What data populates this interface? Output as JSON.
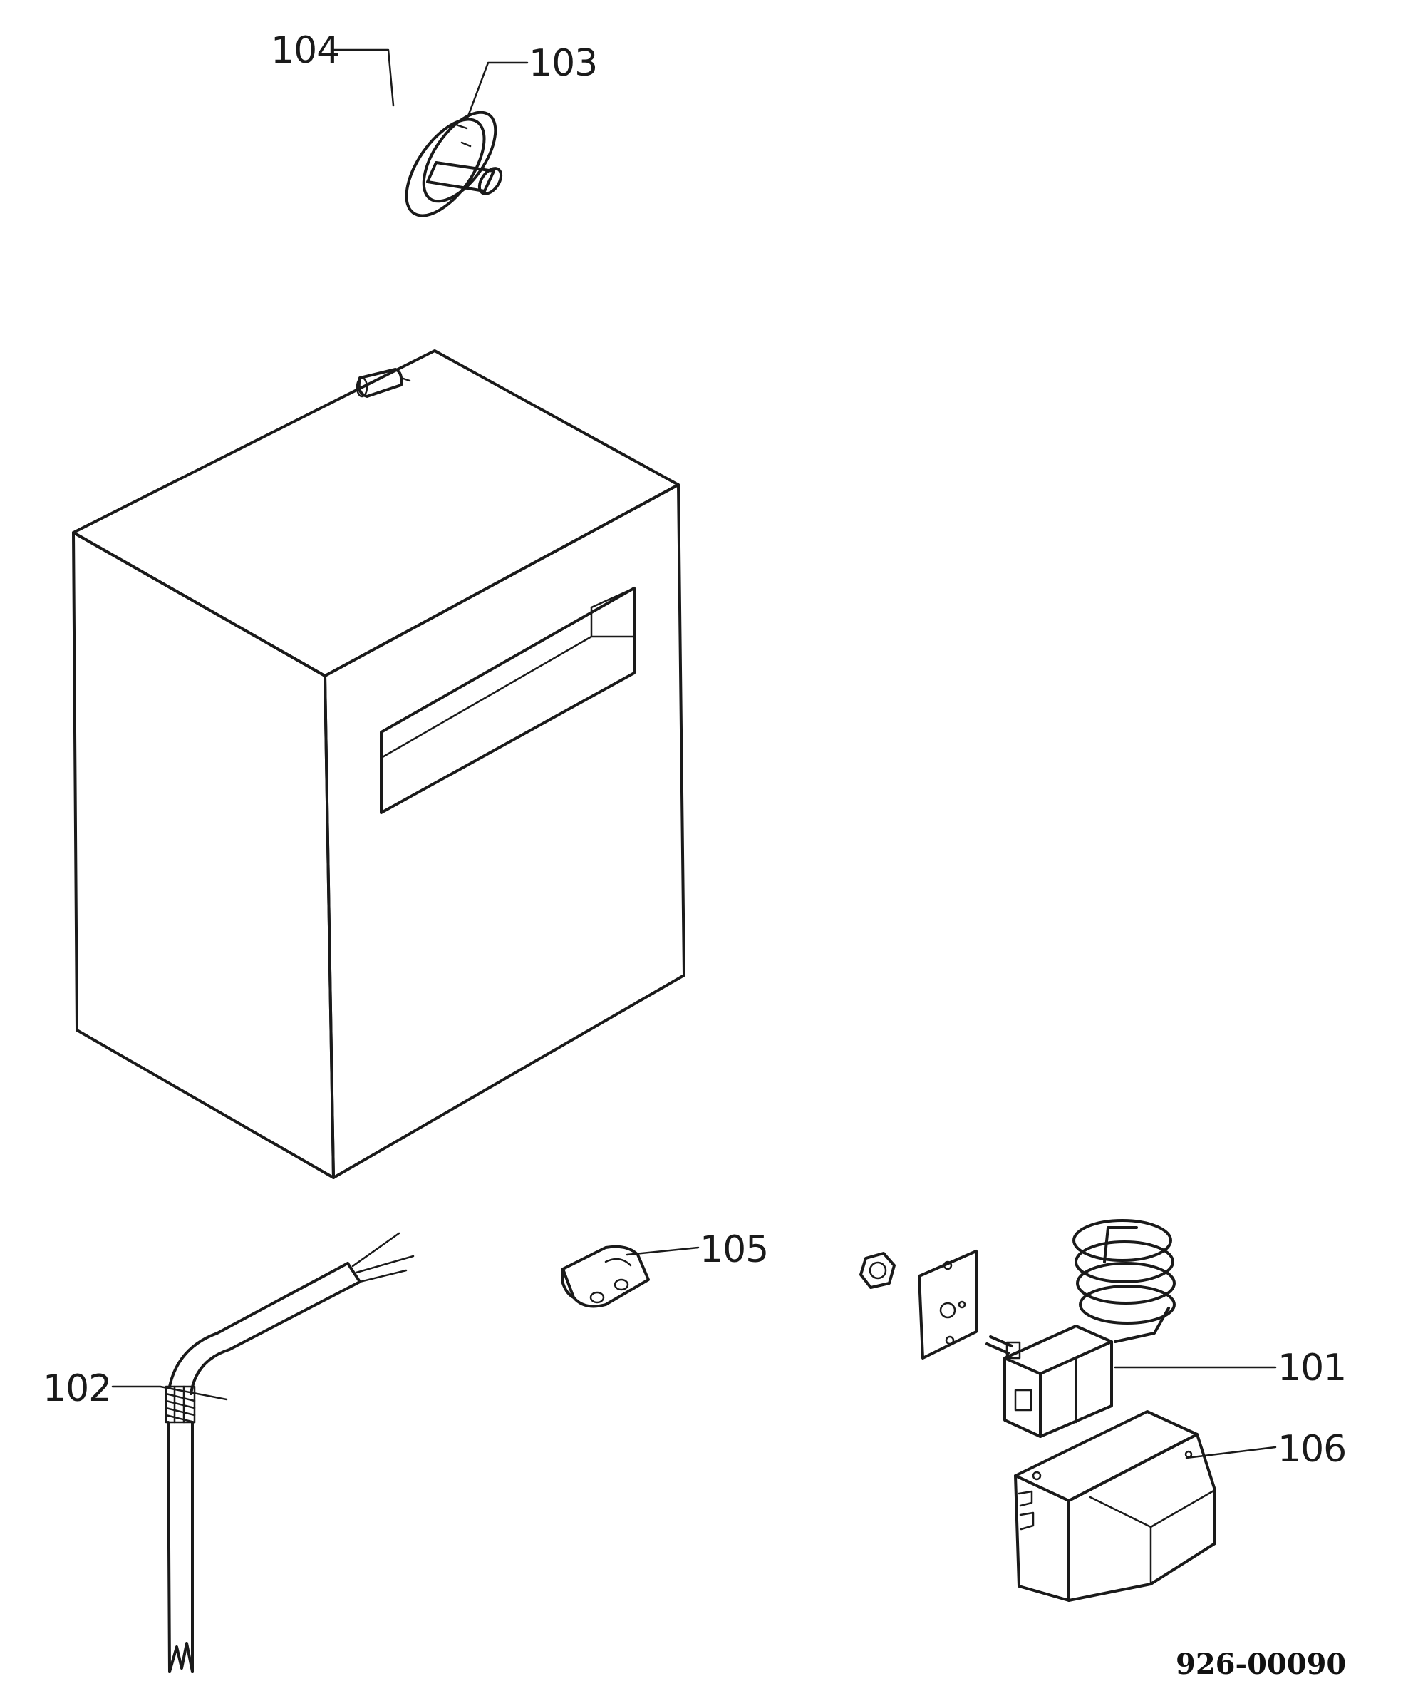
{
  "callouts": {
    "c101": "101",
    "c102": "102",
    "c103": "103",
    "c104": "104",
    "c105": "105",
    "c106": "106"
  },
  "drawing_number": "926-00090",
  "parts": {
    "p101": "thermostat-icon",
    "p102": "sensor-cable-icon",
    "p103": "knob-icon",
    "p104": "knob-insert-icon",
    "p105": "cable-clamp-icon",
    "p106": "thermostat-cover-icon",
    "cabinet": "cabinet-icon"
  }
}
